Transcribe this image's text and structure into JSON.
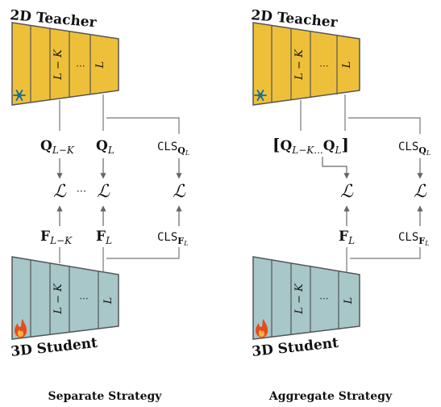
{
  "colors": {
    "teacher_fill": "#eec03a",
    "student_fill": "#a7c7c9",
    "stroke": "#555555",
    "arrow": "#666666"
  },
  "icons": {
    "teacher": "snowflake-icon",
    "student": "fire-icon"
  },
  "panels": [
    {
      "teacher_title": "2D Teacher",
      "student_title": "3D Student",
      "layer_labels": [
        "L − K",
        "···",
        "L"
      ],
      "q_labels": {
        "q1": "Q",
        "q1_sub": "L−K",
        "q2": "Q",
        "q2_sub": "L",
        "cls": "CLS",
        "cls_sub": "Q",
        "cls_subsub": "L"
      },
      "loss_labels": [
        "ℒ",
        "···",
        "ℒ",
        "ℒ"
      ],
      "f_labels": {
        "f1": "F",
        "f1_sub": "L−K",
        "f2": "F",
        "f2_sub": "L",
        "cls": "CLS",
        "cls_sub": "F",
        "cls_subsub": "L"
      },
      "caption": "Separate Strategy"
    },
    {
      "teacher_title": "2D Teacher",
      "student_title": "3D Student",
      "layer_labels": [
        "L − K",
        "···",
        "L"
      ],
      "q_labels": {
        "bracket_open": "[",
        "q1": "Q",
        "q1_sub": "L−K",
        "dots": "...",
        "q2": "Q",
        "q2_sub": "L",
        "bracket_close": "]",
        "cls": "CLS",
        "cls_sub": "Q",
        "cls_subsub": "L"
      },
      "loss_labels": [
        "ℒ",
        "ℒ"
      ],
      "f_labels": {
        "f2": "F",
        "f2_sub": "L",
        "cls": "CLS",
        "cls_sub": "F",
        "cls_subsub": "L"
      },
      "caption": "Aggregate Strategy"
    }
  ]
}
